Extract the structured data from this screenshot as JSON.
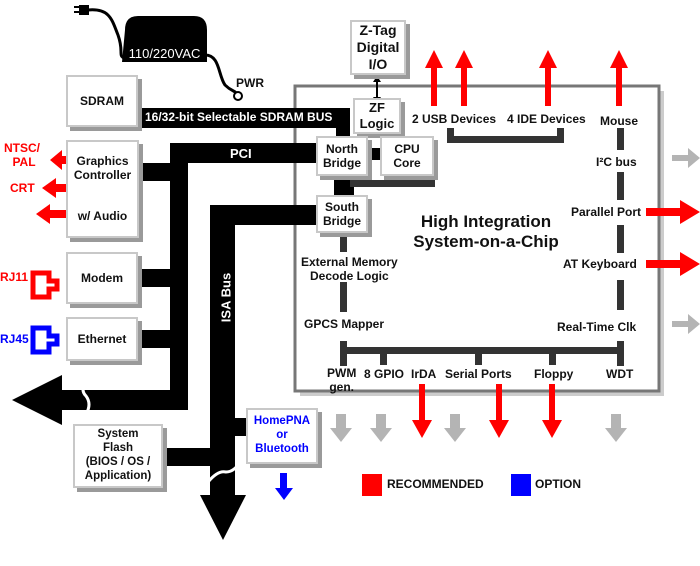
{
  "power": {
    "adapter_label": "110/220VAC",
    "pwr_label": "PWR"
  },
  "external_left": {
    "sdram": "SDRAM",
    "sdram_bus": "16/32-bit Selectable SDRAM BUS",
    "graphics_line1": "Graphics",
    "graphics_line2": "Controller",
    "graphics_line3": "w/ Audio",
    "ntsc": "NTSC/",
    "pal": "PAL",
    "crt": "CRT",
    "modem": "Modem",
    "rj11": "RJ11",
    "ethernet": "Ethernet",
    "rj45": "RJ45",
    "pci": "PCI",
    "isa": "ISA Bus",
    "flash_line1": "System",
    "flash_line2": "Flash",
    "flash_line3": "(BIOS / OS /",
    "flash_line4": "Application)",
    "homepna_line1": "HomePNA",
    "homepna_line2": "or",
    "homepna_line3": "Bluetooth"
  },
  "ztag": {
    "line1": "Z-Tag",
    "line2": "Digital",
    "line3": "I/O"
  },
  "soc": {
    "title_line1": "High Integration",
    "title_line2": "System-on-a-Chip",
    "zf_line1": "ZF",
    "zf_line2": "Logic",
    "north_line1": "North",
    "north_line2": "Bridge",
    "cpu_line1": "CPU",
    "cpu_line2": "Core",
    "south_line1": "South",
    "south_line2": "Bridge",
    "usb": "2 USB Devices",
    "ide": "4 IDE Devices",
    "mouse": "Mouse",
    "i2c": "I²C bus",
    "parallel": "Parallel Port",
    "keyboard": "AT Keyboard",
    "rtc": "Real-Time Clk",
    "ext_mem_line1": "External Memory",
    "ext_mem_line2": "Decode Logic",
    "gpcs": "GPCS Mapper",
    "pwm_line1": "PWM",
    "pwm_line2": "gen.",
    "gpio": "8 GPIO",
    "irda": "IrDA",
    "serial": "Serial Ports",
    "floppy": "Floppy",
    "wdt": "WDT"
  },
  "legend": {
    "recommended": "RECOMMENDED",
    "option": "OPTION",
    "recommended_color": "#ff0000",
    "option_color": "#0000ff"
  },
  "colors": {
    "recommended": "#ff0000",
    "option": "#0000ff",
    "optional_gray": "#b4b4b4",
    "bus": "#000000"
  }
}
